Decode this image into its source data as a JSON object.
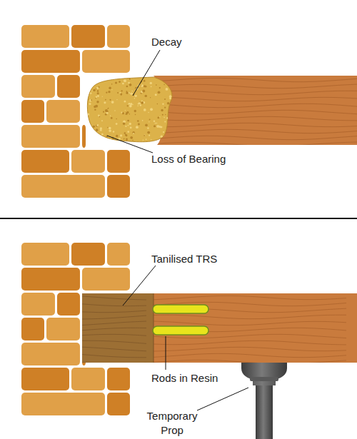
{
  "diagram": {
    "labels": [
      "Decay",
      "Loss of Bearing",
      "Tanilised TRS",
      "Rods in Resin",
      "Temporary Prop"
    ]
  }
}
